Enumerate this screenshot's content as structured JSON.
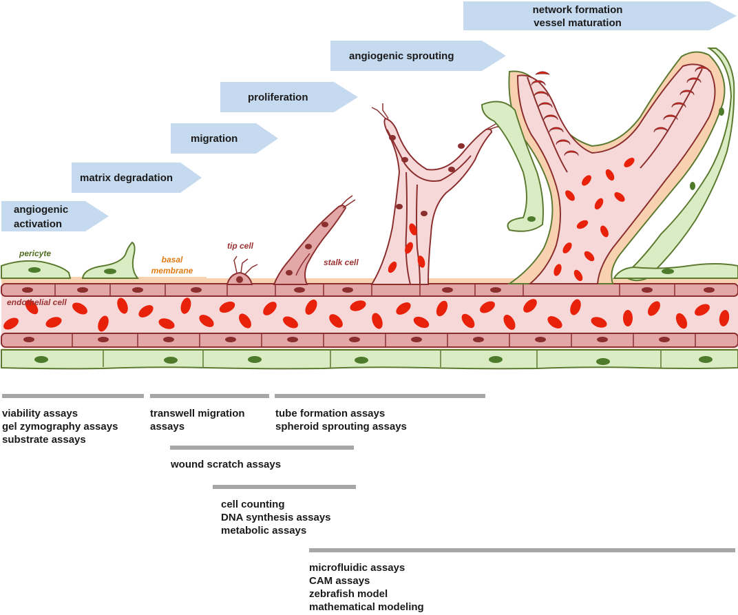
{
  "stages": [
    {
      "line1": "angiogenic",
      "line2": "activation"
    },
    {
      "line1": "matrix degradation",
      "line2": ""
    },
    {
      "line1": "migration",
      "line2": ""
    },
    {
      "line1": "proliferation",
      "line2": ""
    },
    {
      "line1": "angiogenic sprouting",
      "line2": ""
    },
    {
      "line1": "network formation",
      "line2": "vessel maturation"
    }
  ],
  "cell_labels": {
    "pericyte": "pericyte",
    "basal_line1": "basal",
    "basal_line2": "membrane",
    "tip_cell": "tip cell",
    "stalk_cell": "stalk cell",
    "endothelial_cell": "endothelial cell"
  },
  "assay_groups": [
    {
      "lines": [
        "viability assays",
        "gel zymography assays",
        "substrate assays"
      ]
    },
    {
      "lines": [
        "transwell migration",
        "assays"
      ]
    },
    {
      "lines": [
        "tube formation assays",
        "spheroid sprouting assays"
      ]
    },
    {
      "lines": [
        "wound scratch assays"
      ]
    },
    {
      "lines": [
        "cell counting",
        "DNA synthesis assays",
        "metabolic assays"
      ]
    },
    {
      "lines": [
        "microfluidic assays",
        "CAM assays",
        "zebrafish model",
        "mathematical modeling"
      ]
    }
  ],
  "colors": {
    "arrow": "#c5d9ef",
    "pericyte": "#d9ecc4",
    "pericyte_outline": "#5b7a2f",
    "basal_membrane": "#f8d2b0",
    "endothelial": "#e3a7a7",
    "endothelial_outline": "#8b2e2e",
    "lumen": "#f6d8d8",
    "rbc": "#e8210b",
    "bar": "#a6a6a6",
    "label_green": "#4e6d1d",
    "label_orange": "#e07b12",
    "label_red": "#9b3131"
  }
}
